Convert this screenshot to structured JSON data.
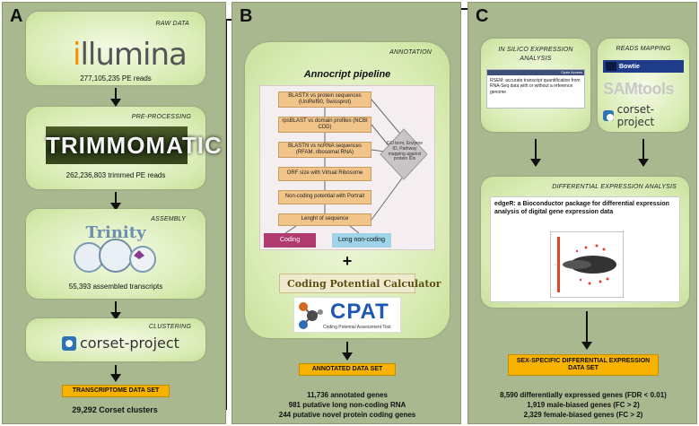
{
  "panels": {
    "a": {
      "label": "A",
      "raw_data": {
        "title": "RAW DATA",
        "logo_text": "illumina",
        "caption": "277,105,235 PE reads"
      },
      "pre_processing": {
        "title": "PRE-PROCESSING",
        "logo_text": "TRIMMOMATIC",
        "caption": "262,236,803 trimmed PE reads"
      },
      "assembly": {
        "title": "ASSEMBLY",
        "logo_text": "Trinity",
        "caption": "55,393 assembled transcripts"
      },
      "clustering": {
        "title": "CLUSTERING",
        "logo_text": "corset-project"
      },
      "badge": "TRANSCRIPTOME DATA SET",
      "result": "29,292 Corset clusters"
    },
    "b": {
      "label": "B",
      "annotation": {
        "title": "ANNOTATION"
      },
      "pipeline": {
        "title": "Annocript pipeline",
        "steps": [
          "BLASTX vs protein sequences (UniRef90, Swissprot)",
          "rpsBLAST vs domain profiles (NCBI CDD)",
          "BLASTN vs ncRNA sequences (RFAM, ribosomal RNA)",
          "ORF size with Virtual Ribosome",
          "Non-coding potential with Portrait",
          "Lenght of sequence"
        ],
        "go_text": "GO term, Enzyme ID, Pathway mapping against protein IDs",
        "coding": "Coding",
        "noncoding": "Long non-coding"
      },
      "plus": "+",
      "cpc_text": "Coding Potential Calculator",
      "cpat": {
        "name": "CPAT",
        "subtitle": "Coding Potential Assessment Tool"
      },
      "badge": "ANNOTATED DATA SET",
      "results": [
        "11,736 annotated genes",
        "981 putative long non-coding RNA",
        "244 putative novel protein coding genes"
      ]
    },
    "c": {
      "label": "C",
      "in_silico": {
        "title": "IN SILICO EXPRESSION ANALYSIS",
        "journal_header": "Open Access",
        "paper_title": "RSEM: accurate transcript quantification from RNA-Seq data with or without a reference genome"
      },
      "reads_mapping": {
        "title": "READS MAPPING",
        "bowtie": "Bowtie",
        "samtools": "SAMtools",
        "corset": "corset-project"
      },
      "diff_expr": {
        "title": "DIFFERENTIAL EXPRESSION ANALYSIS",
        "paper_title": "edgeR: a Bioconductor package for differential expression analysis of digital gene expression data"
      },
      "badge": "SEX-SPECIFIC DIFFERENTIAL EXPRESSION DATA SET",
      "results": [
        "8,590 differentially expressed genes (FDR < 0.01)",
        "1,919 male-biased genes (FC > 2)",
        "2,329 female-biased genes (FC > 2)"
      ]
    }
  },
  "colors": {
    "panel": "#a9b88e",
    "badge": "#f7b200",
    "coding": "#b03a6e",
    "noncoding": "#9fd4e8",
    "step": "#f1c48a"
  }
}
